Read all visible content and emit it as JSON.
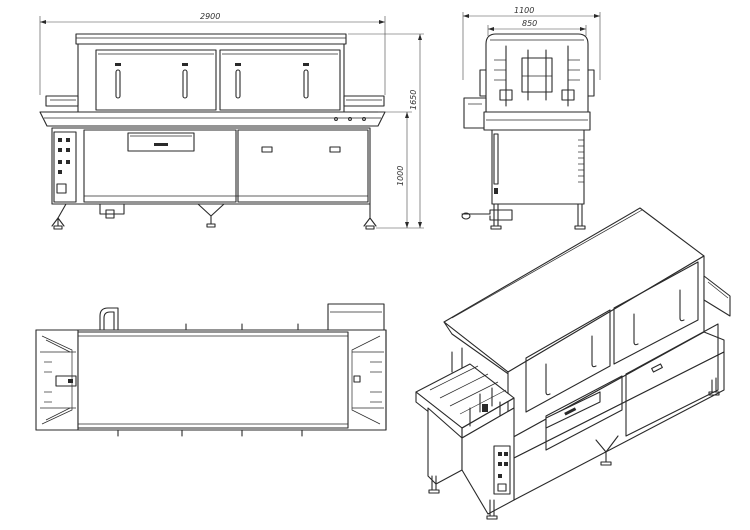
{
  "dimensions": {
    "front_length": "2900",
    "side_total_width": "1100",
    "side_inner_width": "850",
    "total_height": "1650",
    "work_height": "1000"
  }
}
